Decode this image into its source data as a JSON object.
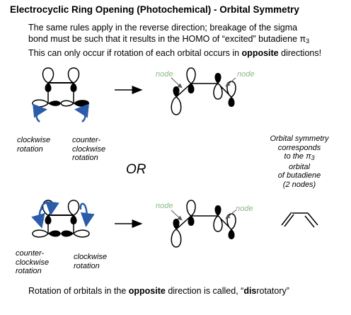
{
  "title": "Electrocyclic Ring Opening (Photochemical)  - Orbital Symmetry",
  "intro": {
    "line1": "The same rules apply in the reverse direction; breakage of the sigma",
    "line2_pre": "bond must be such that it results in the HOMO of “excited” butadiene π",
    "line2_sub": "3",
    "line3_pre": "This can only occur if rotation of each orbital occurs in ",
    "line3_bold": "opposite",
    "line3_post": " directions!"
  },
  "top_row": {
    "left_caption": [
      "clockwise",
      "rotation"
    ],
    "right_caption": [
      "counter-",
      "clockwise",
      "rotation"
    ],
    "node_left": "node",
    "node_right": "node"
  },
  "or_label": "OR",
  "bottom_row": {
    "left_caption": [
      "counter-",
      "clockwise",
      "rotation"
    ],
    "right_caption": [
      "clockwise",
      "rotation"
    ],
    "node_left": "node",
    "node_right": "node"
  },
  "side_note": {
    "lines": [
      "Orbital symmetry",
      "corresponds",
      "to the π"
    ],
    "pi_sub": "3",
    "lines_after": [
      "orbital",
      "of butadiene",
      "(2 nodes)"
    ]
  },
  "footer": {
    "pre": "Rotation of orbitals in the ",
    "bold1": "opposite",
    "mid": " direction is called, “",
    "bold2": "dis",
    "post": "rotatory”"
  },
  "colors": {
    "arrow_blue": "#2a5caa",
    "node_label": "#8ab88a",
    "lobe_fill": "#000000"
  }
}
